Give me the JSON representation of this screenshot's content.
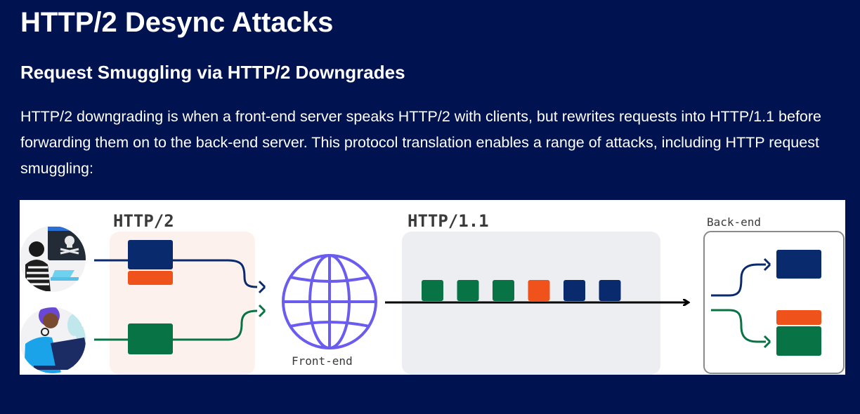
{
  "page": {
    "title": "HTTP/2 Desync Attacks",
    "subtitle": "Request Smuggling via HTTP/2 Downgrades",
    "intro": "HTTP/2 downgrading is when a front-end server speaks HTTP/2 with clients, but rewrites requests into HTTP/1.1 before forwarding them on to the back-end server. This protocol translation enables a range of attacks, including HTTP request smuggling:"
  },
  "diagram": {
    "labels": {
      "http2": "HTTP/2",
      "http11": "HTTP/1.1",
      "frontend": "Front-end",
      "backend": "Back-end"
    },
    "colors": {
      "background": "#00124f",
      "navy": "#0a2a6e",
      "orange": "#f0521c",
      "green": "#087446",
      "globe": "#6b5cf0",
      "http2_zone": "#fdf1ee",
      "http11_zone": "#eceef2"
    },
    "stream_sequence": [
      "green",
      "green",
      "green",
      "orange",
      "navy",
      "navy"
    ],
    "icons": [
      "attacker-hacker-icon",
      "user-laptop-icon",
      "globe-icon"
    ]
  }
}
